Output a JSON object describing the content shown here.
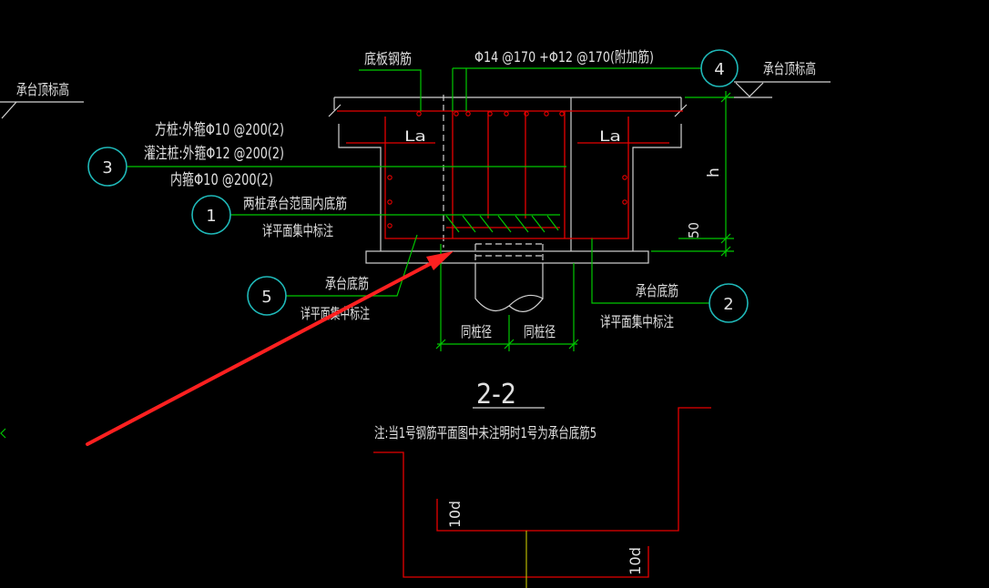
{
  "colors": {
    "background": "#000000",
    "outline": "#d2d2d2",
    "rebar": "#e60000",
    "leader": "#00c800",
    "callout": "#1fb8b8",
    "text": "#e0e0e0",
    "annotation_arrow": "#ff2020",
    "centerline": "#b8b800"
  },
  "elevation_marks": {
    "left": "承台顶标高",
    "right": "承台顶标高"
  },
  "callouts": {
    "c1": "1",
    "c2": "2",
    "c3": "3",
    "c4": "4",
    "c5": "5"
  },
  "labels": {
    "slab_rebar": "底板钢筋",
    "top_rebar_spec": "Φ14 @170 +Φ12 @170(附加筋)",
    "stirrup_square_pile": "方桩:外箍Φ10 @200(2)",
    "stirrup_bored_pile": "灌注桩:外箍Φ12 @200(2)",
    "stirrup_inner": "内箍Φ10 @200(2)",
    "bottom_rebar_two_pile": "两桩承台范围内底筋",
    "see_plan_1": "详平面集中标注",
    "anchorage_left": "La",
    "anchorage_right": "La",
    "dim_height": "h",
    "dim_50": "50",
    "cap_bottom_rebar_5": "承台底筋",
    "see_plan_5": "详平面集中标注",
    "cap_bottom_rebar_2": "承台底筋",
    "see_plan_2": "详平面集中标注",
    "pile_dia_left": "同桩径",
    "pile_dia_right": "同桩径",
    "section_title": "2-2",
    "note": "注:当1号钢筋平面图中未注明时1号为承台底筋5",
    "hook_10d_upper": "10d",
    "hook_10d_lower": "10d"
  }
}
